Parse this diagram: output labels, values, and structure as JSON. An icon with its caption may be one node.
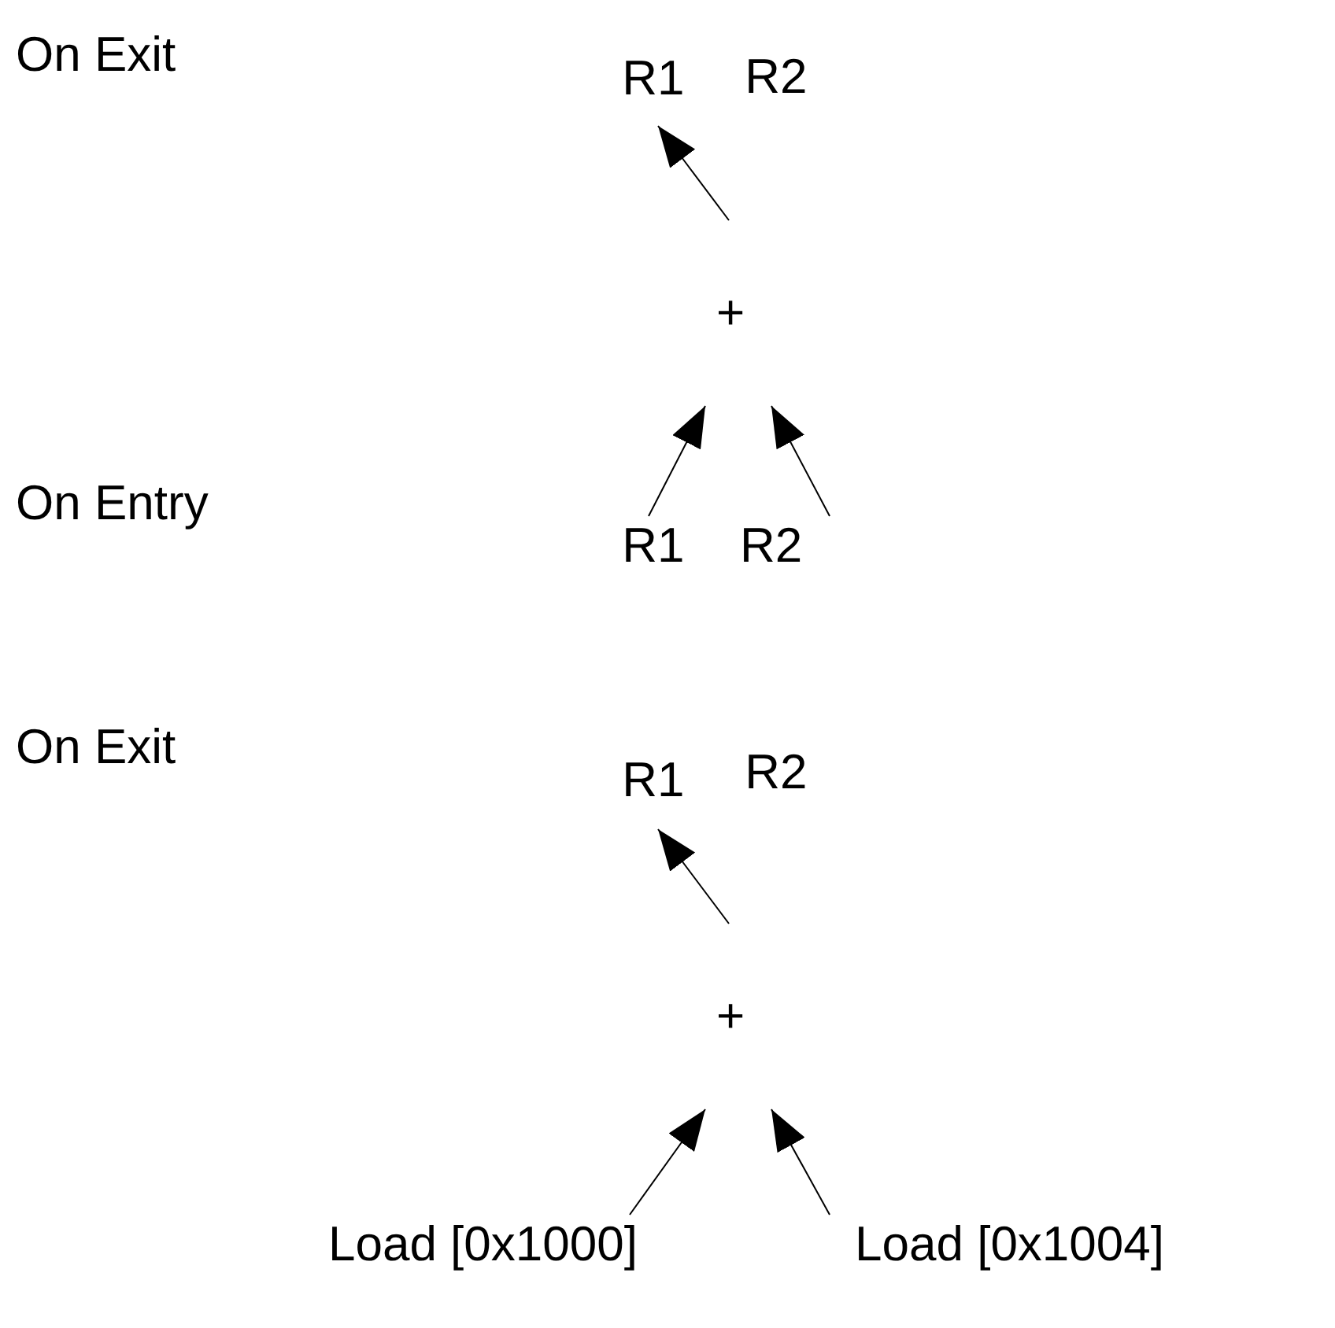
{
  "diagram": {
    "nodes": [
      {
        "text": [
          "R1"
        ]
      },
      {
        "text": [
          "R2"
        ]
      },
      {
        "text": [
          "+"
        ]
      },
      {
        "text": [
          "R1"
        ]
      },
      {
        "text": [
          "R2"
        ]
      },
      {
        "text": [
          "R1"
        ]
      },
      {
        "text": [
          "R2"
        ]
      },
      {
        "text": [
          "+"
        ]
      },
      {
        "text": [
          "Load [0x1000]"
        ]
      },
      {
        "text": [
          "Load [0x1004]"
        ]
      }
    ],
    "edges": [
      {
        "from": 2,
        "to": 0,
        "arrow": "to"
      },
      {
        "from": 3,
        "to": 2,
        "arrow": "to"
      },
      {
        "from": 4,
        "to": 2,
        "arrow": "to"
      },
      {
        "from": 7,
        "to": 5,
        "arrow": "to"
      },
      {
        "from": 8,
        "to": 7,
        "arrow": "to"
      },
      {
        "from": 9,
        "to": 7,
        "arrow": "to"
      }
    ],
    "labels": [
      "On Exit",
      "On Entry",
      "On Exit"
    ]
  }
}
